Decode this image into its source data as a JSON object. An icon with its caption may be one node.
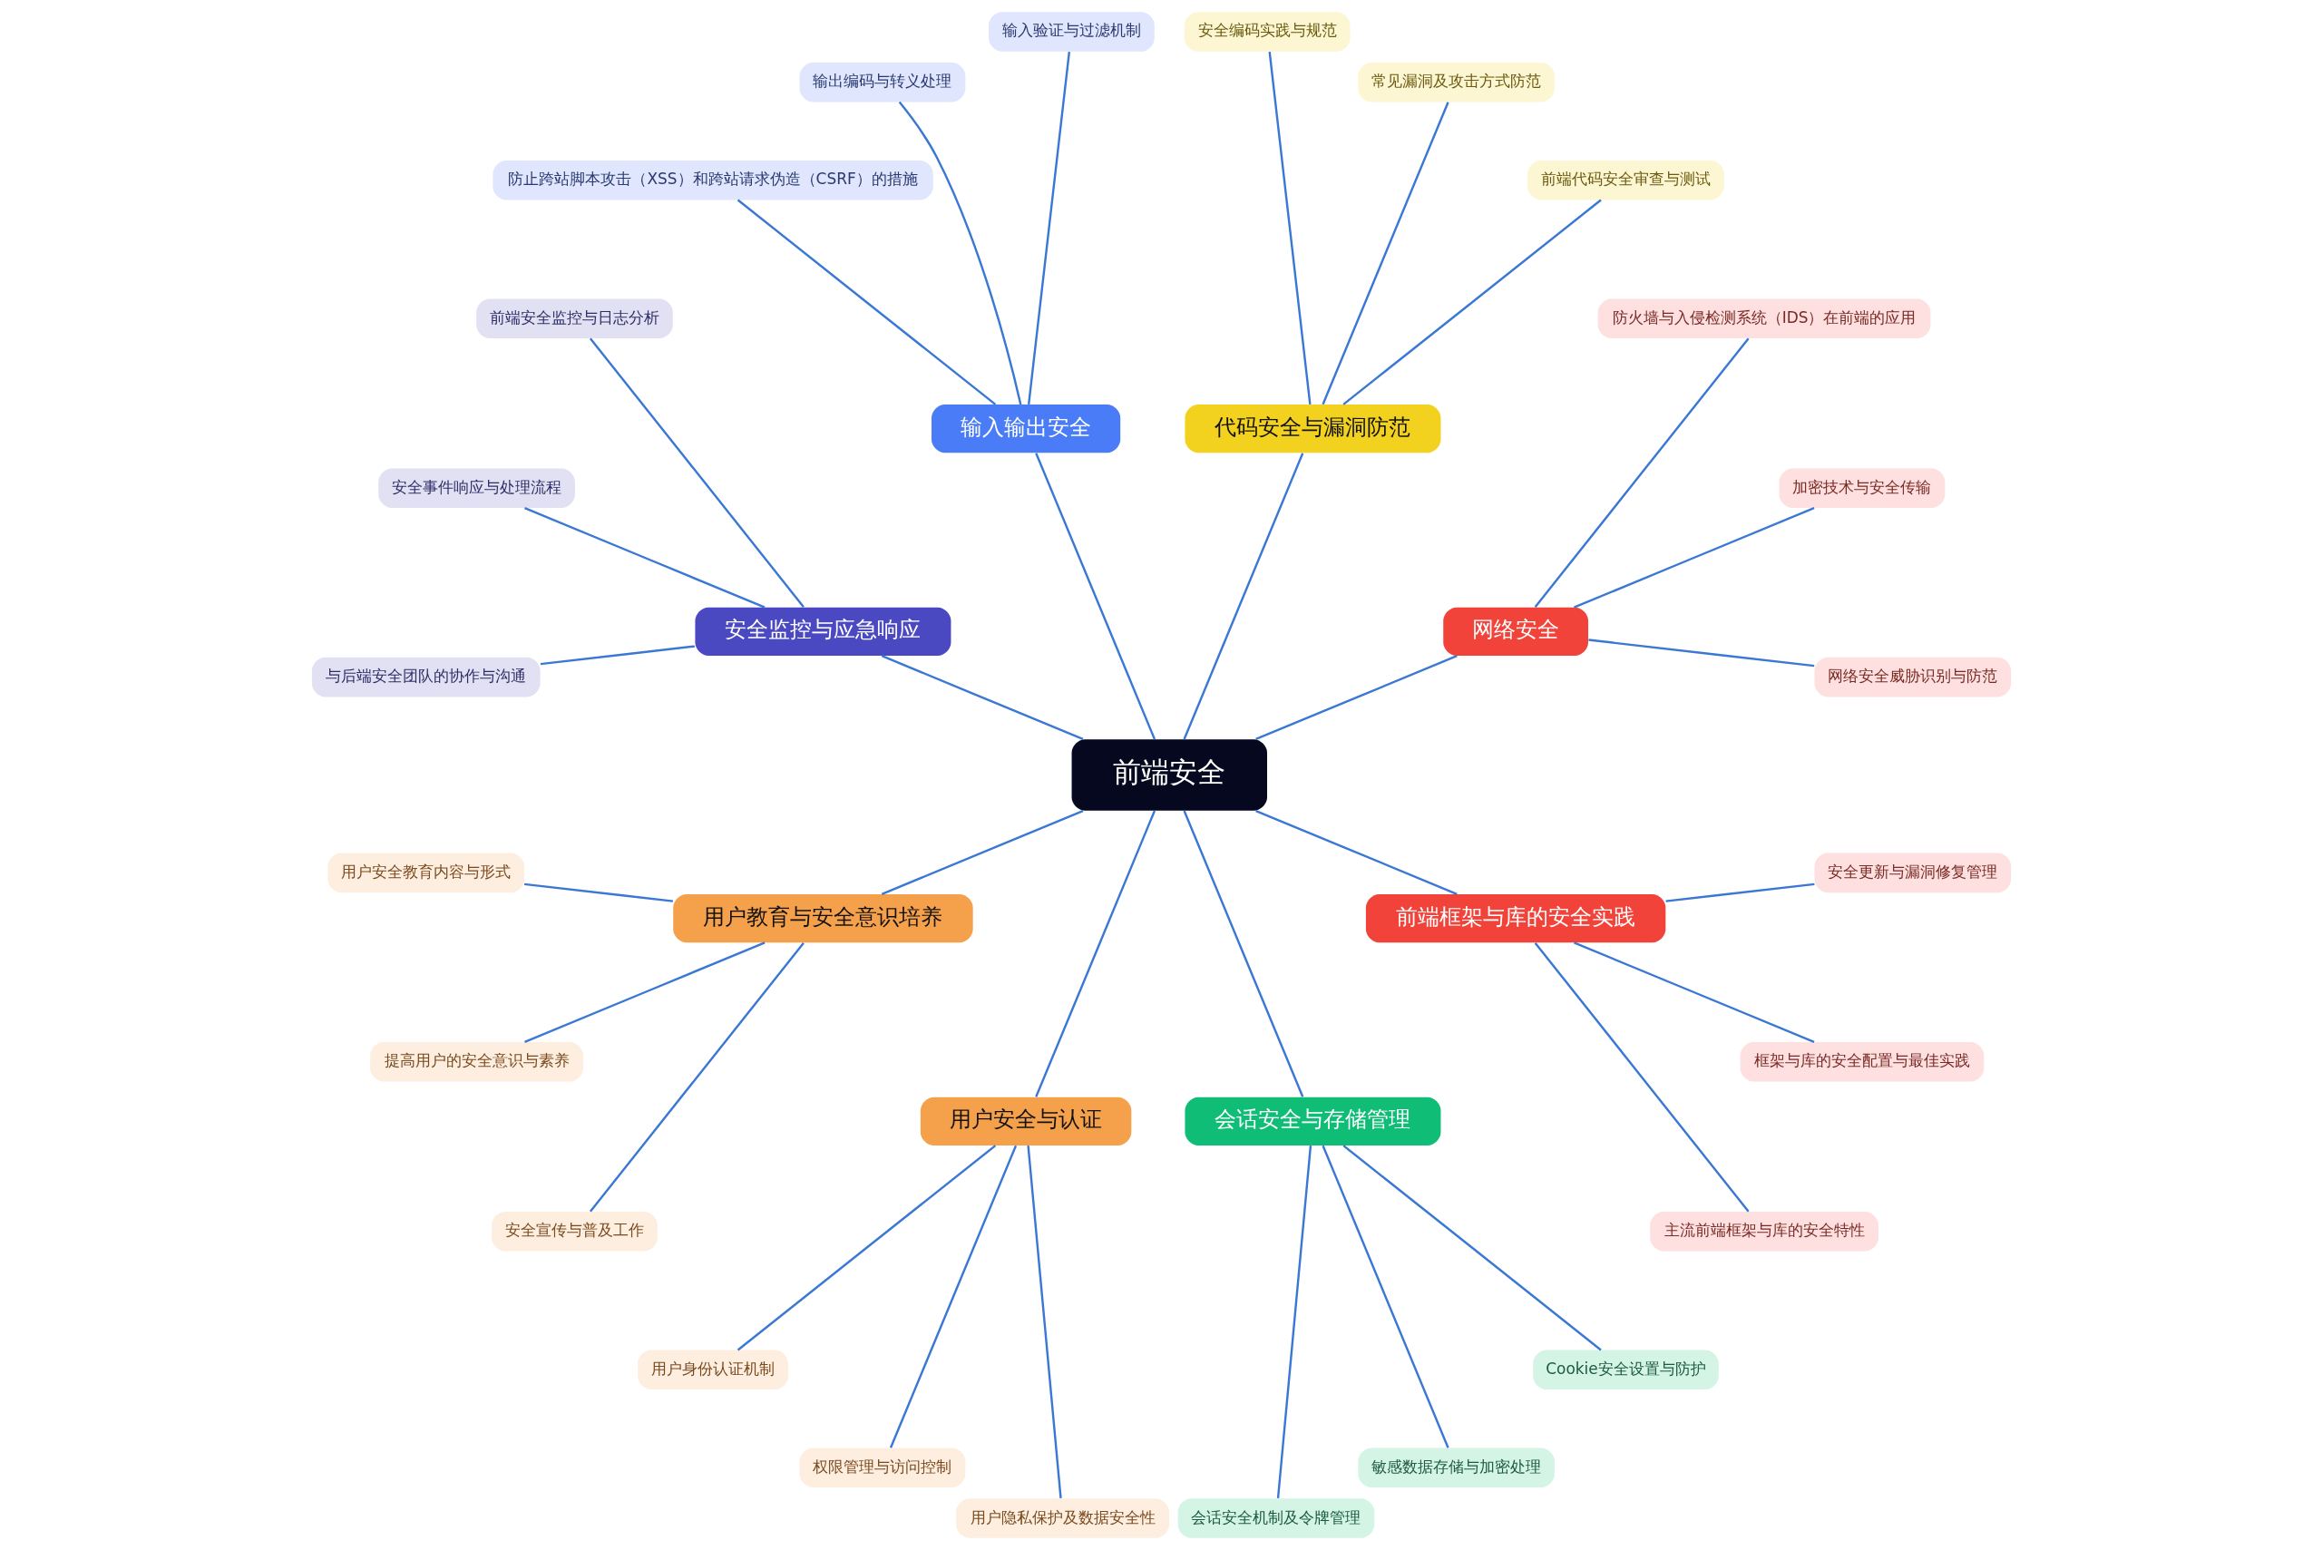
{
  "diagram": {
    "nodes": [
      {
        "text": [
          "前端安全"
        ]
      },
      {
        "text": [
          "网络安全"
        ]
      },
      {
        "text": [
          "网络安全威胁识别与防范"
        ]
      },
      {
        "text": [
          "加密技术与安全传输"
        ]
      },
      {
        "text": [
          "防火墙与入侵检测系统（IDS）在前端的应用"
        ]
      },
      {
        "text": [
          "代码安全与漏洞防范"
        ]
      },
      {
        "text": [
          "前端代码安全审查与测试"
        ]
      },
      {
        "text": [
          "常见漏洞及攻击方式防范"
        ]
      },
      {
        "text": [
          "安全编码实践与规范"
        ]
      },
      {
        "text": [
          "输入输出安全"
        ]
      },
      {
        "text": [
          "输入验证与过滤机制"
        ]
      },
      {
        "text": [
          "输出编码与转义处理"
        ]
      },
      {
        "text": [
          "防止跨站脚本攻击（XSS）和跨站请求伪造（CSRF）的措施"
        ]
      },
      {
        "text": [
          "安全监控与应急响应"
        ]
      },
      {
        "text": [
          "前端安全监控与日志分析"
        ]
      },
      {
        "text": [
          "安全事件响应与处理流程"
        ]
      },
      {
        "text": [
          "与后端安全团队的协作与沟通"
        ]
      },
      {
        "text": [
          "用户教育与安全意识培养"
        ]
      },
      {
        "text": [
          "用户安全教育内容与形式"
        ]
      },
      {
        "text": [
          "提高用户的安全意识与素养"
        ]
      },
      {
        "text": [
          "安全宣传与普及工作"
        ]
      },
      {
        "text": [
          "用户安全与认证"
        ]
      },
      {
        "text": [
          "用户身份认证机制"
        ]
      },
      {
        "text": [
          "权限管理与访问控制"
        ]
      },
      {
        "text": [
          "用户隐私保护及数据安全性"
        ]
      },
      {
        "text": [
          "会话安全与存储管理"
        ]
      },
      {
        "text": [
          "会话安全机制及令牌管理"
        ]
      },
      {
        "text": [
          "敏感数据存储与加密处理"
        ]
      },
      {
        "text": [
          "Cookie安全设置与防护"
        ]
      },
      {
        "text": [
          "前端框架与库的安全实践"
        ]
      },
      {
        "text": [
          "主流前端框架与库的安全特性"
        ]
      },
      {
        "text": [
          "框架与库的安全配置与最佳实践"
        ]
      },
      {
        "text": [
          "安全更新与漏洞修复管理"
        ]
      }
    ],
    "edges": [
      {
        "from": 0,
        "to": 1,
        "arrow": "none"
      },
      {
        "from": 1,
        "to": 2,
        "arrow": "none"
      },
      {
        "from": 1,
        "to": 3,
        "arrow": "none"
      },
      {
        "from": 1,
        "to": 4,
        "arrow": "none"
      },
      {
        "from": 0,
        "to": 5,
        "arrow": "none"
      },
      {
        "from": 5,
        "to": 6,
        "arrow": "none"
      },
      {
        "from": 5,
        "to": 7,
        "arrow": "none"
      },
      {
        "from": 5,
        "to": 8,
        "arrow": "none"
      },
      {
        "from": 0,
        "to": 9,
        "arrow": "none"
      },
      {
        "from": 9,
        "to": 10,
        "arrow": "none"
      },
      {
        "from": 9,
        "to": 11,
        "arrow": "none"
      },
      {
        "from": 9,
        "to": 12,
        "arrow": "none"
      },
      {
        "from": 0,
        "to": 13,
        "arrow": "none"
      },
      {
        "from": 13,
        "to": 14,
        "arrow": "none"
      },
      {
        "from": 13,
        "to": 15,
        "arrow": "none"
      },
      {
        "from": 13,
        "to": 16,
        "arrow": "none"
      },
      {
        "from": 0,
        "to": 17,
        "arrow": "none"
      },
      {
        "from": 17,
        "to": 18,
        "arrow": "none"
      },
      {
        "from": 17,
        "to": 19,
        "arrow": "none"
      },
      {
        "from": 17,
        "to": 20,
        "arrow": "none"
      },
      {
        "from": 0,
        "to": 21,
        "arrow": "none"
      },
      {
        "from": 21,
        "to": 22,
        "arrow": "none"
      },
      {
        "from": 21,
        "to": 23,
        "arrow": "none"
      },
      {
        "from": 21,
        "to": 24,
        "arrow": "none"
      },
      {
        "from": 0,
        "to": 25,
        "arrow": "none"
      },
      {
        "from": 25,
        "to": 26,
        "arrow": "none"
      },
      {
        "from": 25,
        "to": 27,
        "arrow": "none"
      },
      {
        "from": 25,
        "to": 28,
        "arrow": "none"
      },
      {
        "from": 0,
        "to": 29,
        "arrow": "none"
      },
      {
        "from": 29,
        "to": 30,
        "arrow": "none"
      },
      {
        "from": 29,
        "to": 31,
        "arrow": "none"
      },
      {
        "from": 29,
        "to": 32,
        "arrow": "none"
      }
    ]
  }
}
